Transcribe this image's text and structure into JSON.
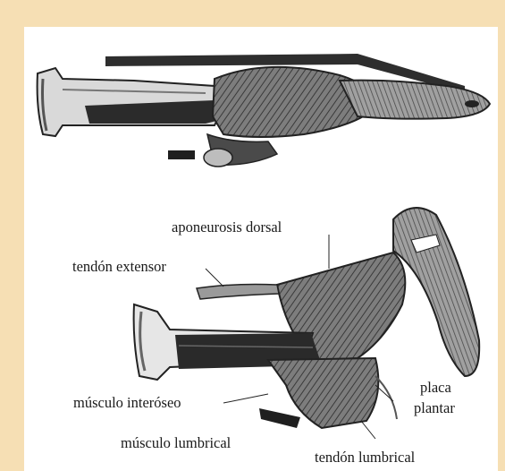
{
  "colors": {
    "frame": "#f6dfb4",
    "panel": "#ffffff",
    "ink": "#1a1a1a",
    "muscle_dark": "#4a4a4a",
    "muscle_mid": "#8a8a8a",
    "bone_light": "#e8e8e8"
  },
  "labels": {
    "aponeurosis": "aponeurosis dorsal",
    "extensor": "tendón extensor",
    "interoseo": "músculo interóseo",
    "placa_1": "placa",
    "placa_2": "plantar",
    "lumbrical_muscle": "músculo lumbrical",
    "lumbrical_tendon": "tendón lumbrical"
  }
}
